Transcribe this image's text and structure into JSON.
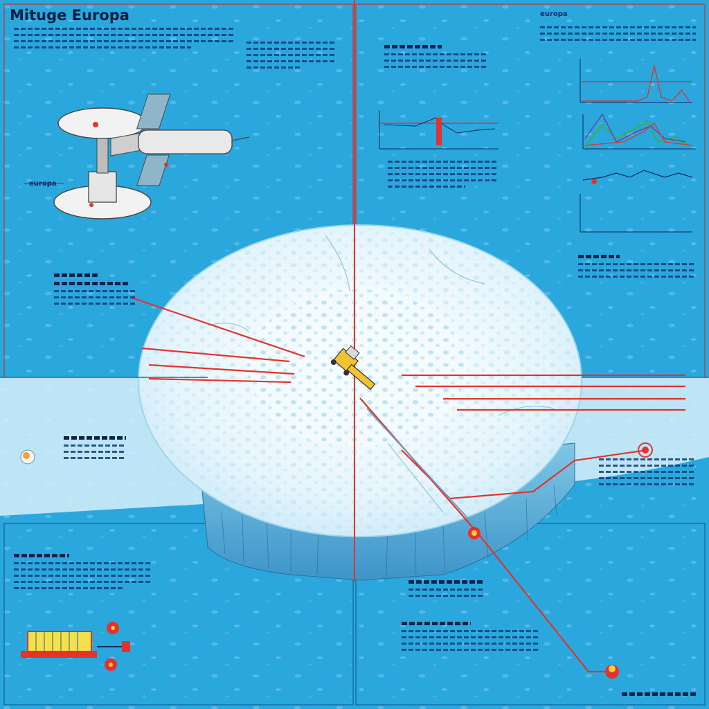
{
  "title": "Mituge Europa",
  "probe_label": "europa",
  "top_right_label": "europa",
  "colors": {
    "ocean": "#2aa7dc",
    "ocean_dark": "#1a8fca",
    "ice": "#e9f6fc",
    "ice_shadow": "#bfe4f4",
    "leader_line": "#e5322d",
    "panel_border": "#c7362f",
    "rover": "#f2c230",
    "text": "#0d2a5a"
  },
  "icons": {
    "probe": "spacecraft-icon",
    "rover": "rover-icon",
    "marker": "target-marker-icon"
  }
}
